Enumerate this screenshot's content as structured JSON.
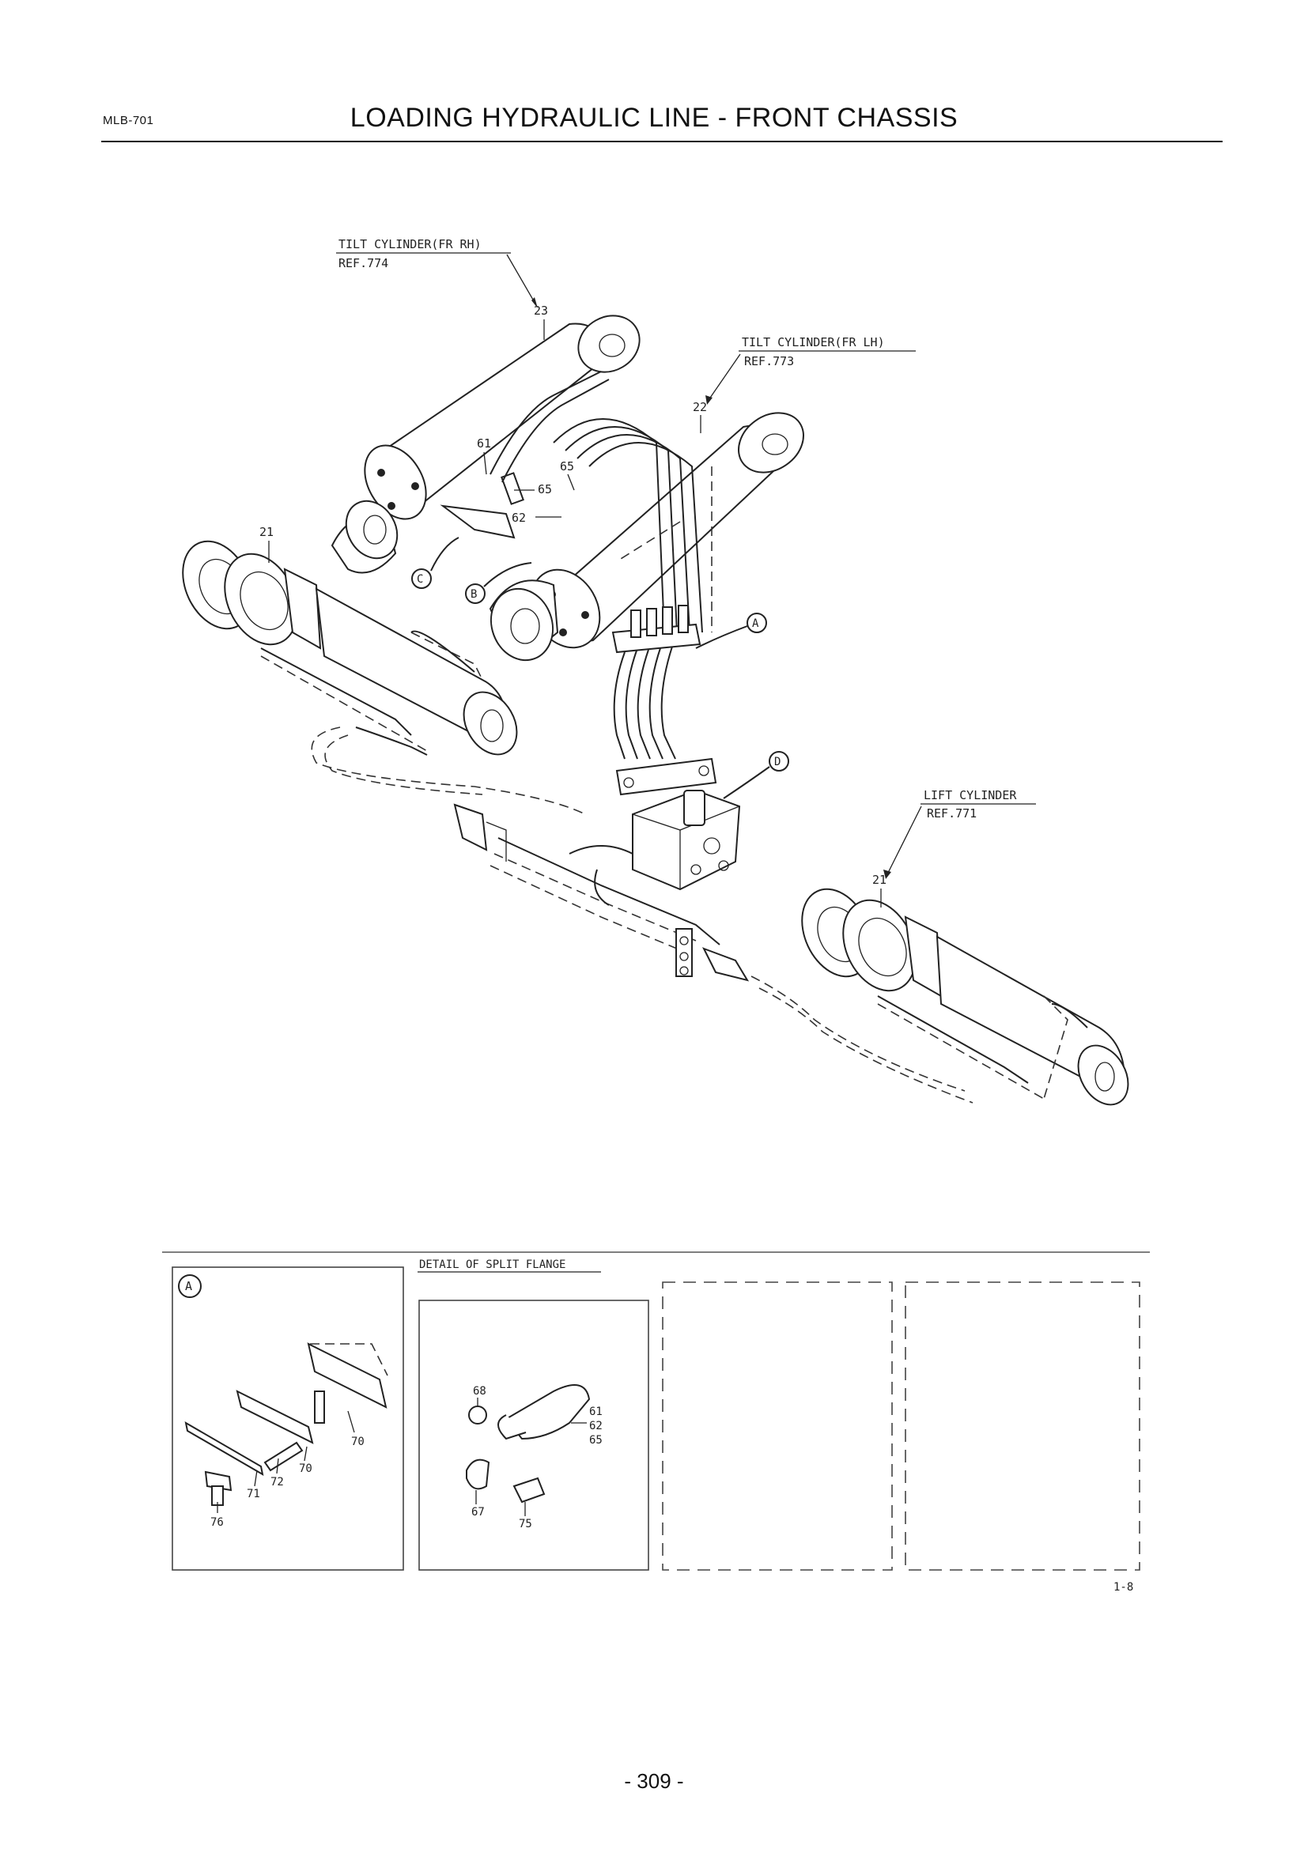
{
  "header": {
    "code": "MLB-701",
    "title": "LOADING HYDRAULIC LINE - FRONT CHASSIS"
  },
  "refs": {
    "tilt_rh_name": "TILT CYLINDER(FR RH)",
    "tilt_rh_ref": "REF.774",
    "tilt_lh_name": "TILT CYLINDER(FR LH)",
    "tilt_lh_ref": "REF.773",
    "lift_name": "LIFT CYLINDER",
    "lift_ref": "REF.771"
  },
  "callouts": {
    "p23": "23",
    "p22": "22",
    "p21_left": "21",
    "p21_right": "21",
    "p61": "61",
    "p65_a": "65",
    "p65_b": "65",
    "p62": "62",
    "view_a": "A",
    "view_b": "B",
    "view_c": "C",
    "view_d": "D"
  },
  "detail_a": {
    "label": "A",
    "p70a": "70",
    "p70b": "70",
    "p72": "72",
    "p71": "71",
    "p76": "76"
  },
  "detail_flange": {
    "title": "DETAIL OF SPLIT FLANGE",
    "p68": "68",
    "p61": "61",
    "p62": "62",
    "p65": "65",
    "p67": "67",
    "p75": "75"
  },
  "footer": {
    "sheet_code": "1-8",
    "page_number": "- 309 -"
  }
}
